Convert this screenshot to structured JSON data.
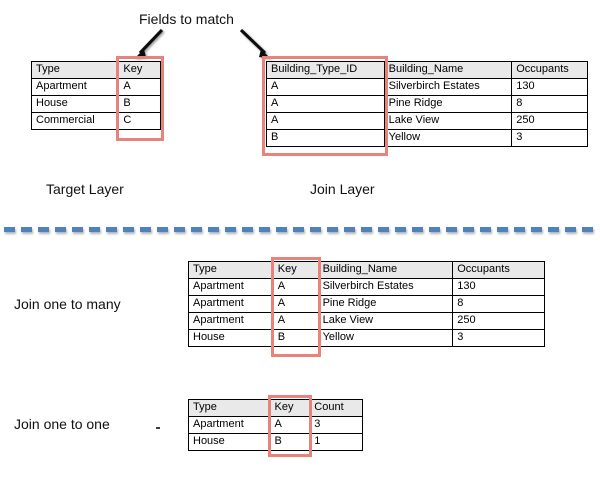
{
  "annotations": {
    "fields_to_match": "Fields to match",
    "target_layer": "Target Layer",
    "join_layer": "Join Layer",
    "join_one_to_many": "Join one to many",
    "join_one_to_one": "Join one to one"
  },
  "colors": {
    "highlight": "#e8827a",
    "divider": "#4f81bd",
    "header_fill": "#e9e9e9",
    "border": "#000000"
  },
  "target_table": {
    "headers": [
      "Type",
      "Key"
    ],
    "rows": [
      [
        "Apartment",
        "A"
      ],
      [
        "House",
        "B"
      ],
      [
        "Commercial",
        "C"
      ]
    ]
  },
  "join_table": {
    "headers": [
      "Building_Type_ID",
      "Building_Name",
      "Occupants"
    ],
    "rows": [
      [
        "A",
        "Silverbirch Estates",
        "130"
      ],
      [
        "A",
        "Pine Ridge",
        "8"
      ],
      [
        "A",
        "Lake View",
        "250"
      ],
      [
        "B",
        "Yellow",
        "3"
      ]
    ]
  },
  "one_to_many_table": {
    "headers": [
      "Type",
      "Key",
      "Building_Name",
      "Occupants"
    ],
    "rows": [
      [
        "Apartment",
        "A",
        "Silverbirch Estates",
        "130"
      ],
      [
        "Apartment",
        "A",
        "Pine Ridge",
        "8"
      ],
      [
        "Apartment",
        "A",
        "Lake View",
        "250"
      ],
      [
        "House",
        "B",
        "Yellow",
        "3"
      ]
    ]
  },
  "one_to_one_table": {
    "headers": [
      "Type",
      "Key",
      "Count"
    ],
    "rows": [
      [
        "Apartment",
        "A",
        "3"
      ],
      [
        "House",
        "B",
        "1"
      ]
    ]
  }
}
